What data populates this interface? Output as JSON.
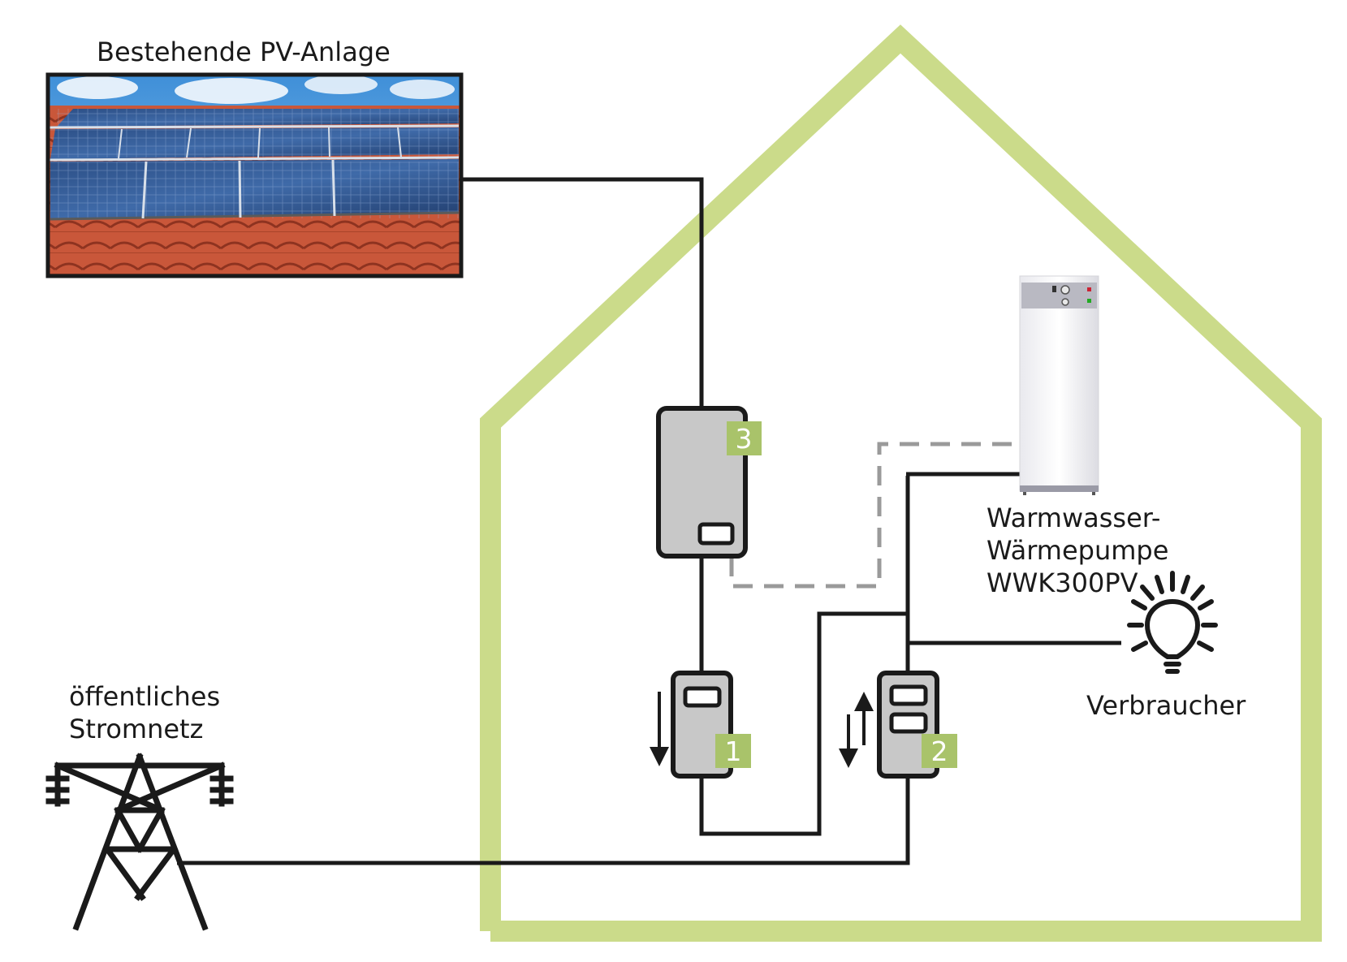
{
  "labels": {
    "pv_title": "Bestehende PV-Anlage",
    "grid_line1": "öffentliches",
    "grid_line2": "Stromnetz",
    "heatpump_line1": "Warmwasser-",
    "heatpump_line2": "Wärmepumpe",
    "heatpump_line3": "WWK300PV",
    "consumer": "Verbraucher"
  },
  "badges": {
    "inverter": "3",
    "meter_1": "1",
    "meter_2": "2"
  },
  "colors": {
    "house_outline": "#cbdb8a",
    "badge": "#a9c36a",
    "device_fill": "#c8c8c8",
    "wire": "#1a1a1a",
    "data_line": "#9a9a9a"
  }
}
